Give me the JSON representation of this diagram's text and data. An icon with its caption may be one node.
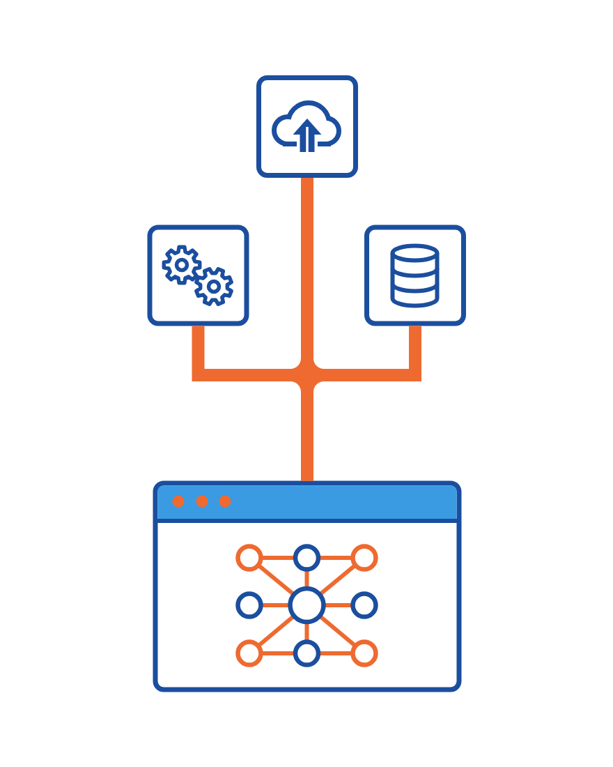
{
  "diagram": {
    "nodes": [
      {
        "text": [],
        "shape": "box"
      },
      {
        "text": [],
        "shape": "box"
      },
      {
        "text": [],
        "shape": "box"
      },
      {
        "text": [],
        "shape": "window"
      }
    ],
    "edges": [
      {
        "from": 0,
        "to": 3,
        "arrow": "none"
      },
      {
        "from": 1,
        "to": 3,
        "arrow": "none"
      },
      {
        "from": 2,
        "to": 3,
        "arrow": "none"
      }
    ]
  }
}
